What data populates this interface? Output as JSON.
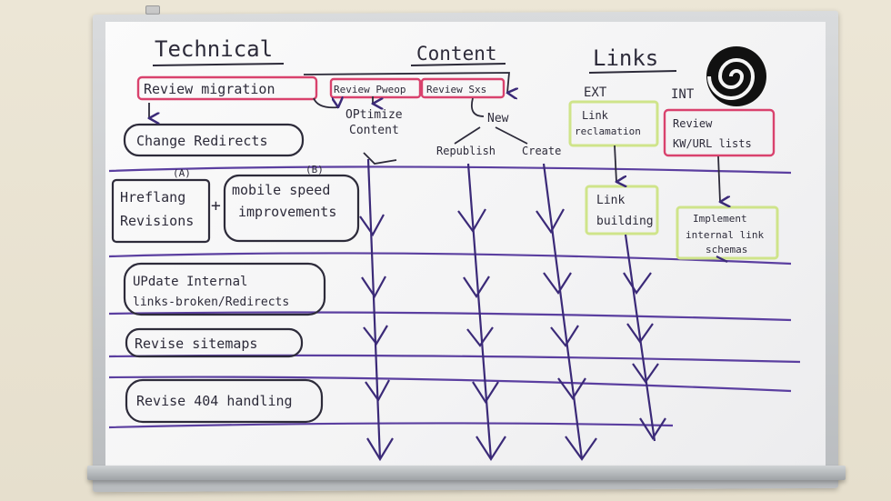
{
  "headings": {
    "technical": "Technical",
    "content": "Content",
    "links": "Links",
    "ext": "EXT",
    "int": "INT"
  },
  "technical": {
    "review_migration": "Review migration",
    "change_redirects": "Change Redirects",
    "hreflang_label_a": "(A)",
    "hreflang_line1": "Hreflang",
    "hreflang_line2": "Revisions",
    "plus": "+",
    "mobile_label_b": "(B)",
    "mobile_line1": "mobile speed",
    "mobile_line2": "improvements",
    "update_line1": "UPdate Internal",
    "update_line2": "links-broken/Redirects",
    "sitemaps": "Revise sitemaps",
    "handling": "Revise 404 handling"
  },
  "content": {
    "review_pweop": "Review Pweop",
    "review_sxs": "Review Sxs",
    "optimize_line1": "OPtimize",
    "optimize_line2": "Content",
    "new": "New",
    "republish": "Republish",
    "create": "Create"
  },
  "links": {
    "reclamation_line1": "Link",
    "reclamation_line2": "reclamation",
    "building_line1": "Link",
    "building_line2": "building",
    "review_kw_line1": "Review",
    "review_kw_line2": "KW/URL lists",
    "implement_line1": "Implement",
    "implement_line2": "internal link",
    "implement_line3": "schemas"
  },
  "colors": {
    "ink_dark": "#2d2b3a",
    "ink_purple": "#4a2a8c",
    "box_pink": "#d9426d",
    "box_green": "#cfe48a",
    "lane_purple": "#5b3fa0"
  }
}
